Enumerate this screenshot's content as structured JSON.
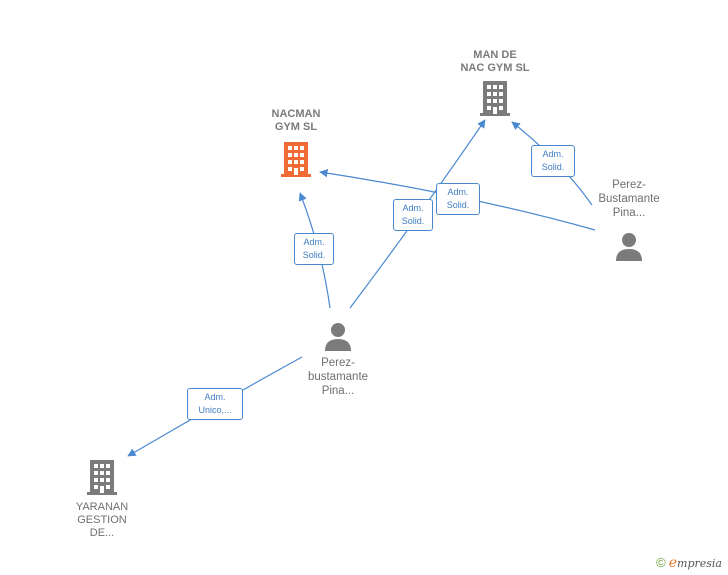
{
  "nodes": {
    "nacman": {
      "name": "NACMAN\nGYM  SL",
      "icon": "building-icon",
      "color": "#f06a35"
    },
    "mande": {
      "name": "MAN DE\nNAC GYM  SL",
      "icon": "building-icon",
      "color": "#7b7b7b"
    },
    "yaranan": {
      "name": "YARANAN\nGESTION\nDE...",
      "icon": "building-icon",
      "color": "#7b7b7b"
    },
    "person_center": {
      "name": "Perez-\nbustamante\nPina...",
      "icon": "person-icon",
      "color": "#7b7b7b"
    },
    "person_right": {
      "name": "Perez-\nBustamante\nPina...",
      "icon": "person-icon",
      "color": "#7b7b7b"
    }
  },
  "edges": [
    {
      "label": "Adm.\nSolid."
    },
    {
      "label": "Adm.\nSolid."
    },
    {
      "label": "Adm.\nSolid."
    },
    {
      "label": "Adm.\nSolid."
    },
    {
      "label": "Adm.\nUnico,..."
    }
  ],
  "colors": {
    "edge": "#4a88d0",
    "label_border": "#4a88d0"
  },
  "footer": {
    "copyright": "©",
    "brand_initial": "e",
    "brand_rest": "mpresia"
  }
}
